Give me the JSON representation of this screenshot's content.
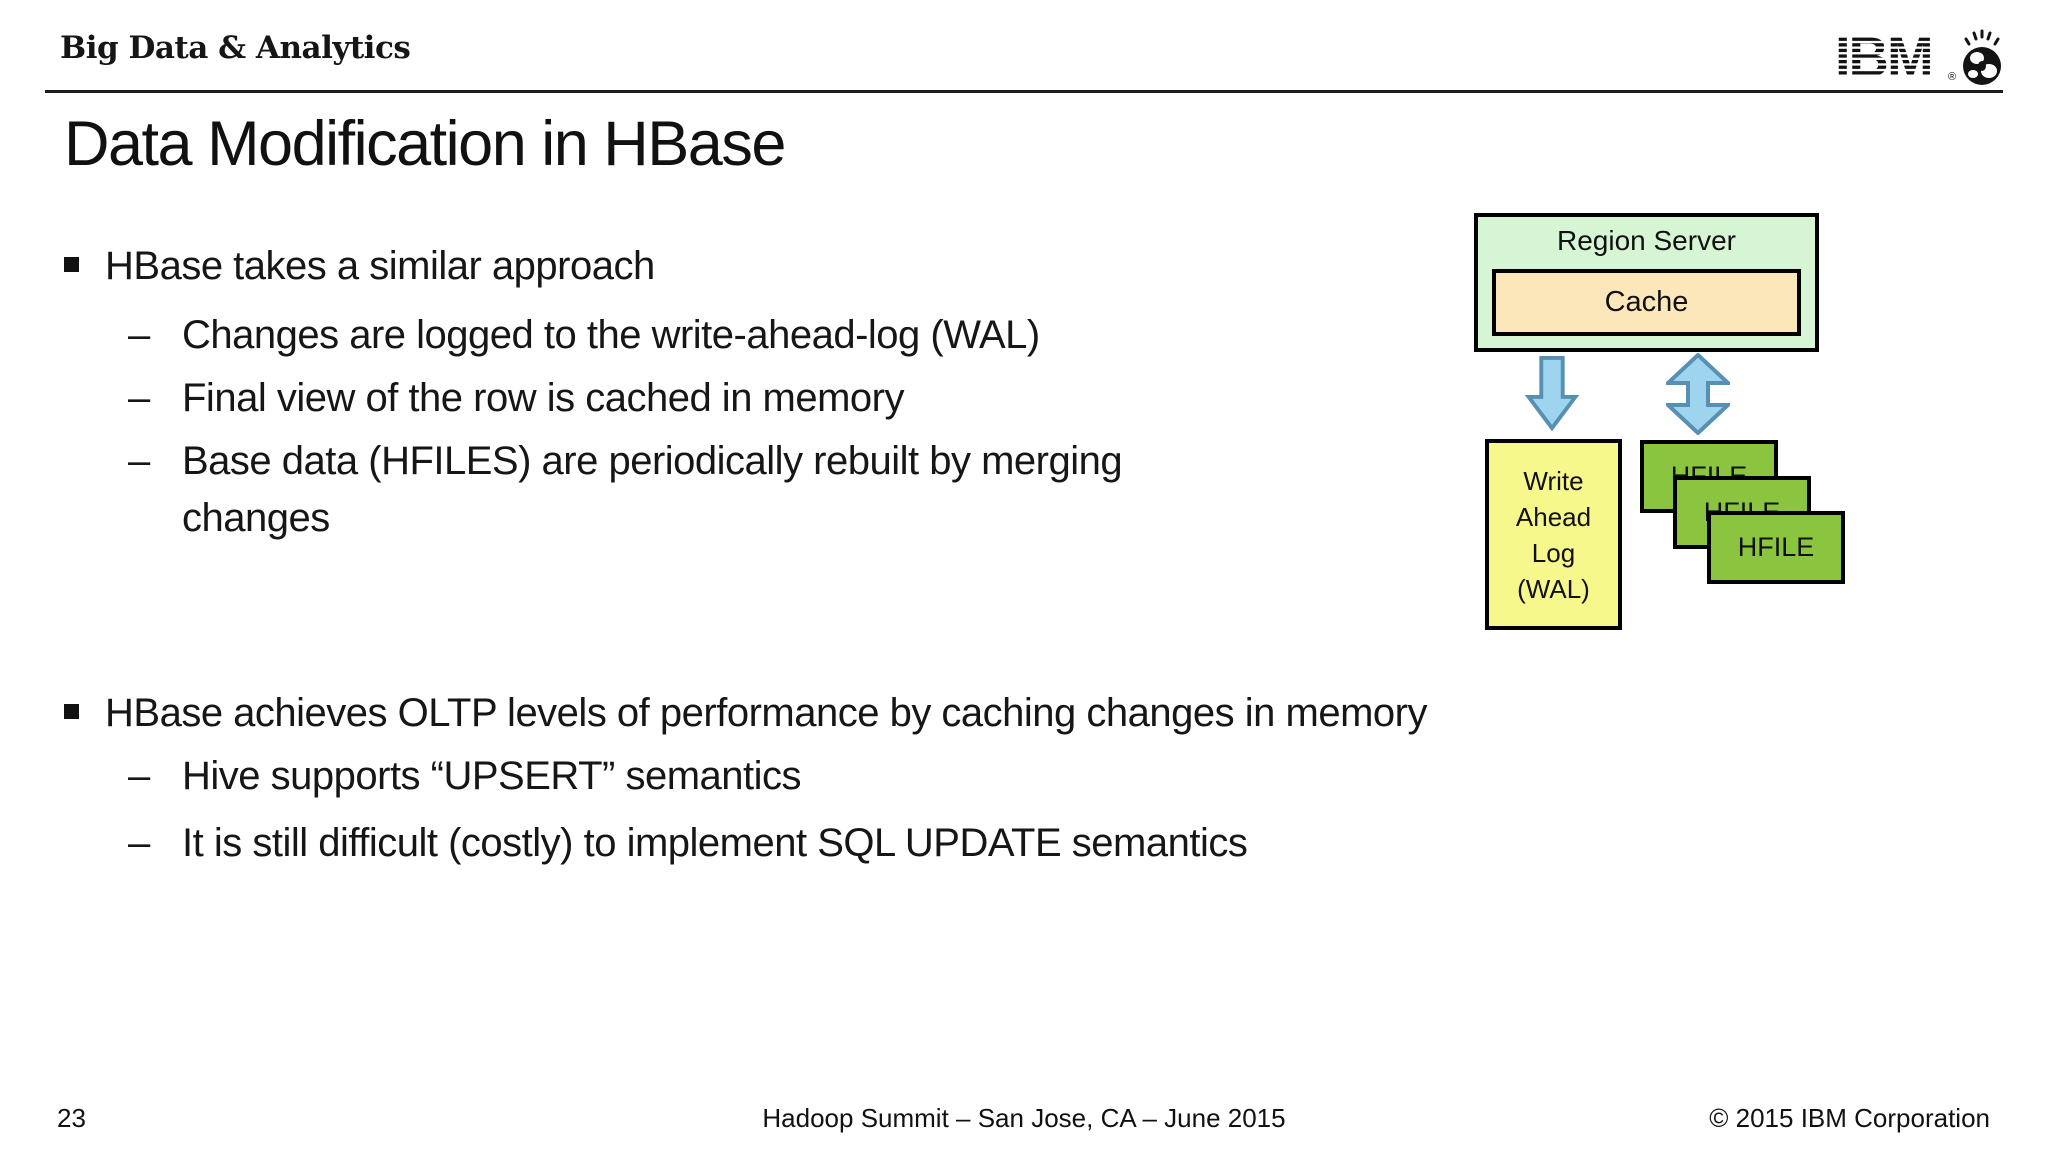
{
  "header": {
    "brand": "Big Data & Analytics",
    "ibm_logo_text": "IBM",
    "registered_mark": "®"
  },
  "title": "Data Modification in HBase",
  "bullets": {
    "sub_marker": "–",
    "section1": {
      "item": "HBase takes a similar approach",
      "sub1": "Changes are logged to the write-ahead-log (WAL)",
      "sub2": "Final view of the row is cached in memory",
      "sub3": "Base data (HFILES) are periodically rebuilt by merging changes"
    },
    "section2": {
      "item": "HBase achieves OLTP levels of performance by caching changes in memory",
      "sub1": "Hive supports “UPSERT” semantics",
      "sub2": "It is still difficult (costly) to implement SQL UPDATE semantics"
    }
  },
  "diagram": {
    "region_server": "Region Server",
    "cache": "Cache",
    "wal": {
      "line1": "Write",
      "line2": "Ahead",
      "line3": "Log",
      "line4": "(WAL)"
    },
    "hfile": "HFILE",
    "colors": {
      "region_server_fill": "#d5f5d5",
      "cache_fill": "#fce7ba",
      "wal_fill": "#f7f88c",
      "hfile_fill": "#8bc53f",
      "arrow_fill": "#9ed4ee",
      "arrow_stroke": "#5890b4"
    },
    "icons": {
      "down_arrow": "down-arrow-icon",
      "double_arrow": "up-down-arrow-icon",
      "globe": "smarter-planet-globe-icon"
    }
  },
  "footer": {
    "page_number": "23",
    "event": "Hadoop Summit – San Jose, CA – June 2015",
    "copyright": "© 2015 IBM Corporation"
  }
}
